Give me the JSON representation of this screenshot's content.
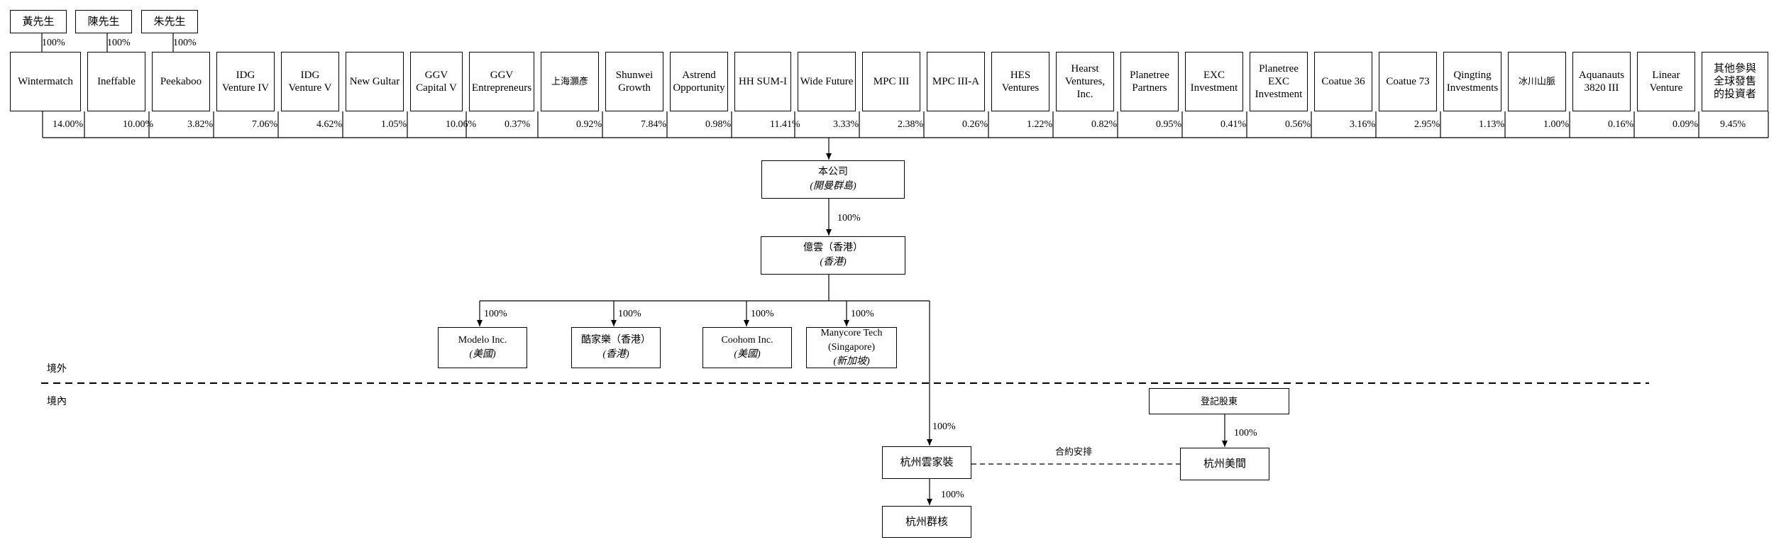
{
  "owners": [
    "黃先生",
    "陳先生",
    "朱先生"
  ],
  "owner_pct": "100%",
  "shareholders": [
    {
      "name": "Wintermatch",
      "pct": "14.00%"
    },
    {
      "name": "Ineffable",
      "pct": "10.00%"
    },
    {
      "name": "Peekaboo",
      "pct": "3.82%"
    },
    {
      "name": "IDG\nVenture IV",
      "pct": "7.06%"
    },
    {
      "name": "IDG\nVenture V",
      "pct": "4.62%"
    },
    {
      "name": "New Gultar",
      "pct": "1.05%"
    },
    {
      "name": "GGV\nCapital V",
      "pct": "10.06%"
    },
    {
      "name": "GGV\nEntrepreneurs",
      "pct": "0.37%"
    },
    {
      "name": "上海灝彥",
      "pct": "0.92%"
    },
    {
      "name": "Shunwei\nGrowth",
      "pct": "7.84%"
    },
    {
      "name": "Astrend\nOpportunity",
      "pct": "0.98%"
    },
    {
      "name": "HH SUM-I",
      "pct": "11.41%"
    },
    {
      "name": "Wide Future",
      "pct": "3.33%"
    },
    {
      "name": "MPC III",
      "pct": "2.38%"
    },
    {
      "name": "MPC III-A",
      "pct": "0.26%"
    },
    {
      "name": "HES\nVentures",
      "pct": "1.22%"
    },
    {
      "name": "Hearst\nVentures,\nInc.",
      "pct": "0.82%"
    },
    {
      "name": "Planetree\nPartners",
      "pct": "0.95%"
    },
    {
      "name": "EXC\nInvestment",
      "pct": "0.41%"
    },
    {
      "name": "Planetree\nEXC\nInvestment",
      "pct": "0.56%"
    },
    {
      "name": "Coatue 36",
      "pct": "3.16%"
    },
    {
      "name": "Coatue 73",
      "pct": "2.95%"
    },
    {
      "name": "Qingting\nInvestments",
      "pct": "1.13%"
    },
    {
      "name": "冰川山脈",
      "pct": "1.00%"
    },
    {
      "name": "Aquanauts\n3820 III",
      "pct": "0.16%"
    },
    {
      "name": "Linear\nVenture",
      "pct": "0.09%"
    },
    {
      "name": "其他參與\n全球發售\n的投資者",
      "pct": "9.45%"
    }
  ],
  "company": {
    "name": "本公司",
    "jurisdiction": "(開曼群島)"
  },
  "company_to_hk_pct": "100%",
  "hk": {
    "name": "億雲（香港）",
    "jurisdiction": "(香港)"
  },
  "subsidiaries": [
    {
      "name": "Modelo Inc.",
      "jurisdiction": "(美國)",
      "pct": "100%"
    },
    {
      "name": "酷家樂（香港）",
      "jurisdiction": "(香港)",
      "pct": "100%"
    },
    {
      "name": "Coohom Inc.",
      "jurisdiction": "(美國)",
      "pct": "100%"
    },
    {
      "name": "Manycore Tech\n(Singapore)",
      "jurisdiction": "(新加坡)",
      "pct": "100%"
    }
  ],
  "offshore_label": "境外",
  "onshore_label": "境內",
  "wfoe": {
    "name": "杭州雲家裝",
    "pct": "100%"
  },
  "wfoe_sub": {
    "name": "杭州群核",
    "pct": "100%"
  },
  "registered_shareholders": {
    "name": "登記股東"
  },
  "opco": {
    "name": "杭州美間",
    "pct": "100%"
  },
  "contractual_label": "合約安排"
}
